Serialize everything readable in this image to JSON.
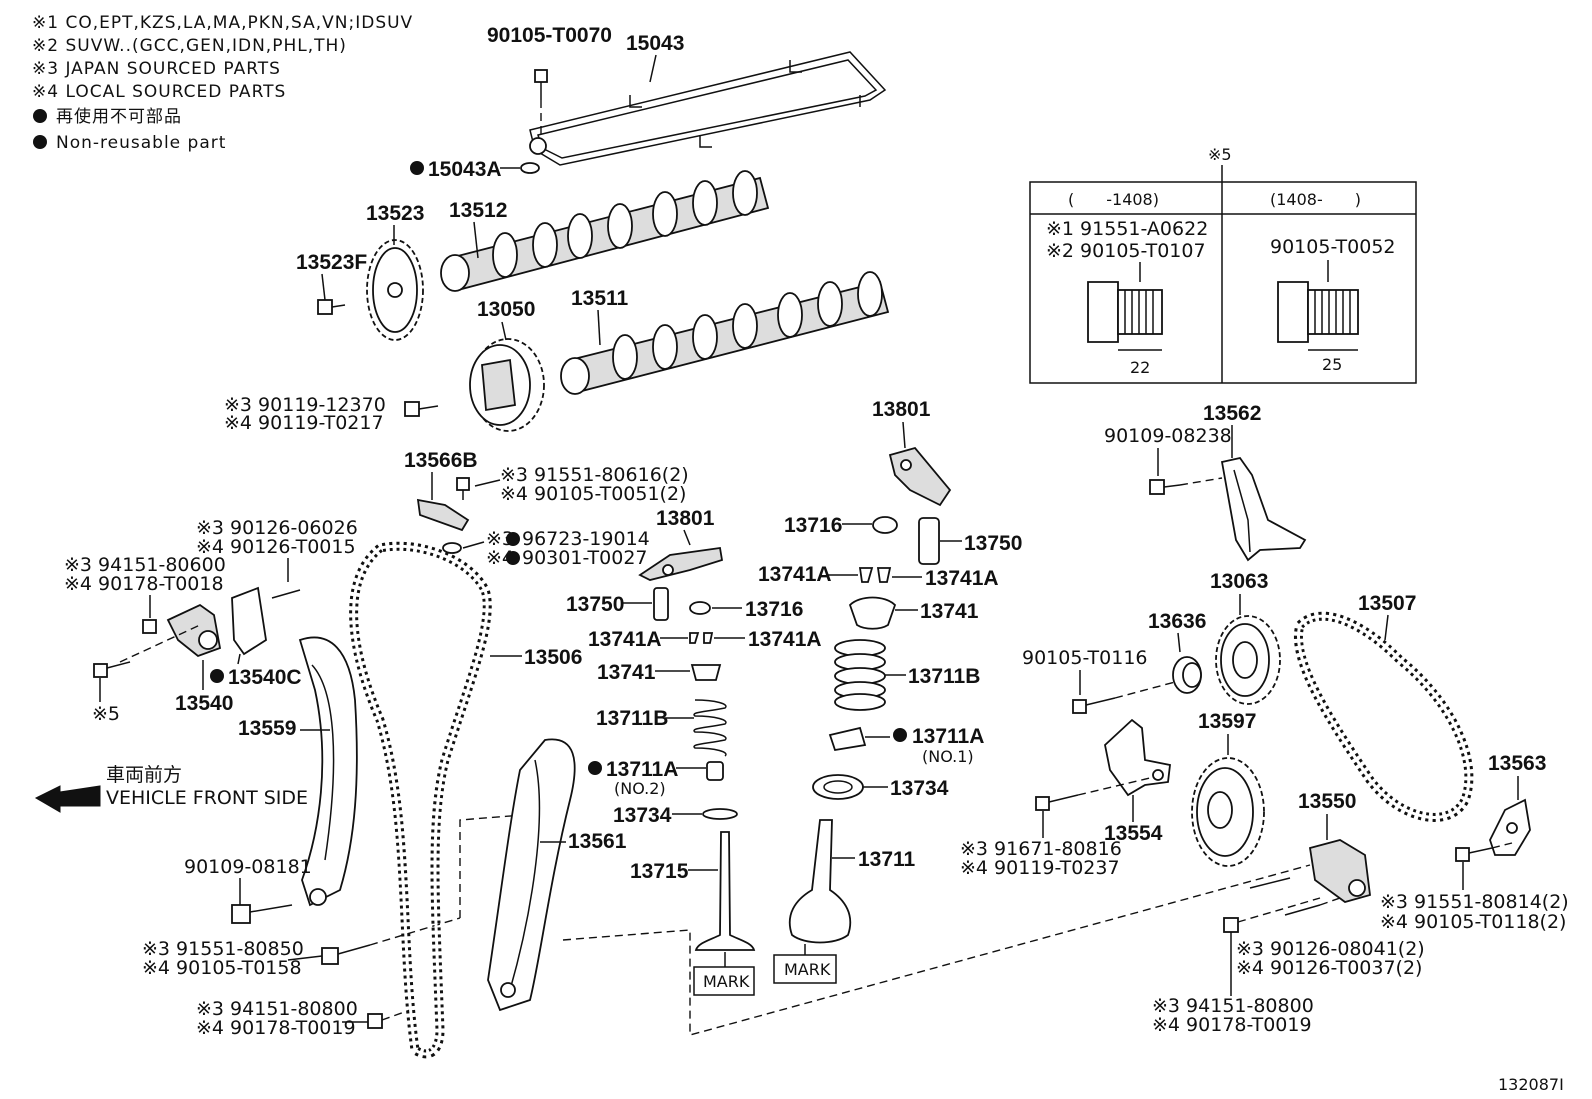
{
  "notes": [
    "※1 CO,EPT,KZS,LA,MA,PKN,SA,VN;IDSUV",
    "※2 SUVW..(GCC,GEN,IDN,PHL,TH)",
    "※3 JAPAN SOURCED PARTS",
    "※4 LOCAL SOURCED PARTS",
    "再使用不可部品",
    "Non-reusable part"
  ],
  "table": {
    "marker": "※5",
    "col1_header": "(　　-1408)",
    "col2_header": "(1408-　　)",
    "col1_line1": "※1 91551-A0622",
    "col1_line2": "※2 90105-T0107",
    "col2_line1": "90105-T0052",
    "col1_dim": "22",
    "col2_dim": "25"
  },
  "labels": {
    "p90105_T0070": "90105-T0070",
    "p15043": "15043",
    "p15043A": "15043A",
    "p13523": "13523",
    "p13512": "13512",
    "p13523F": "13523F",
    "p13050": "13050",
    "p13511": "13511",
    "bolt_a3": "※3 90119-12370",
    "bolt_a4": "※4 90119-T0217",
    "p13566B": "13566B",
    "bolt_b3": "※3 91551-80616(2)",
    "bolt_b4": "※4 90105-T0051(2)",
    "oring3": "※3",
    "oring3_num": "96723-19014",
    "oring4": "※4",
    "oring4_num": "90301-T0027",
    "stud3": "※3 90126-06026",
    "stud4": "※4 90126-T0015",
    "nut3": "※3 94151-80600",
    "nut4": "※4 90178-T0018",
    "p13540C": "13540C",
    "p13540": "13540",
    "star5": "※5",
    "p13559": "13559",
    "p13506": "13506",
    "p13801a": "13801",
    "p13750a": "13750",
    "p13716a": "13716",
    "p13741Aa1": "13741A",
    "p13741Aa2": "13741A",
    "p13741a": "13741",
    "p13711Ba": "13711B",
    "p13711Aa": "13711A",
    "no2": "(NO.2)",
    "p13734a": "13734",
    "p13715": "13715",
    "p13561": "13561",
    "mark1": "MARK",
    "mark2": "MARK",
    "front_jp": "車両前方",
    "front_en": "VEHICLE FRONT SIDE",
    "p90109_08181": "90109-08181",
    "bolt_c3": "※3 91551-80850",
    "bolt_c4": "※4 90105-T0158",
    "nut_d3": "※3 94151-80800",
    "nut_d4": "※4 90178-T0019",
    "p13801b": "13801",
    "p13716b": "13716",
    "p13750b": "13750",
    "p13741Ab1": "13741A",
    "p13741Ab2": "13741A",
    "p13741b": "13741",
    "p13711Bb": "13711B",
    "p13711Ab": "13711A",
    "no1": "(NO.1)",
    "p13734b": "13734",
    "p13711": "13711",
    "p13562": "13562",
    "p90109_08238": "90109-08238",
    "p13063": "13063",
    "p13636": "13636",
    "p90105_T0116": "90105-T0116",
    "p13507": "13507",
    "p13597": "13597",
    "p13554": "13554",
    "bolt_e3": "※3 91671-80816",
    "bolt_e4": "※4 90119-T0237",
    "p13550": "13550",
    "p13563": "13563",
    "bolt_f3": "※3 91551-80814(2)",
    "bolt_f4": "※4 90105-T0118(2)",
    "stud_g3": "※3 90126-08041(2)",
    "stud_g4": "※4 90126-T0037(2)",
    "nut_h3": "※3 94151-80800",
    "nut_h4": "※4 90178-T0019",
    "code": "132087I"
  }
}
